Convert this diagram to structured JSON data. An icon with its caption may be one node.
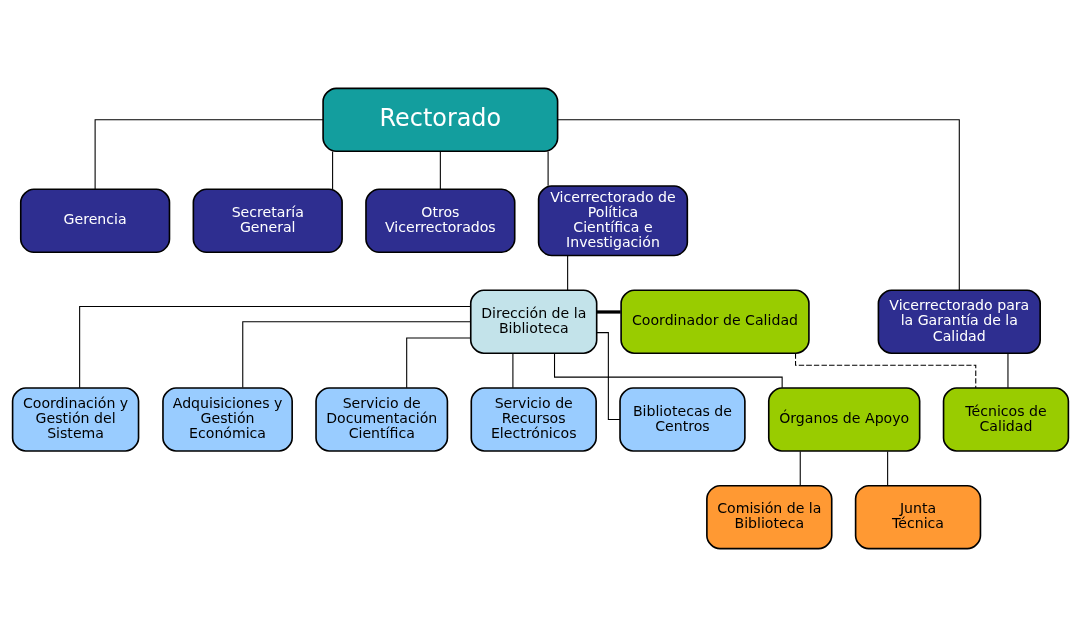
{
  "diagram": {
    "nodes": [
      {
        "text": [
          "Rectorado"
        ]
      },
      {
        "text": [
          "Gerencia"
        ]
      },
      {
        "text": [
          "Secretaría General"
        ]
      },
      {
        "text": [
          "Otros Vicerrectorados"
        ]
      },
      {
        "text": [
          "Vicerrectorado de Política Científica e Investigación"
        ]
      },
      {
        "text": [
          "Vicerrectorado para la Garantía de la Calidad"
        ]
      },
      {
        "text": [
          "Coordinador de Calidad"
        ]
      },
      {
        "text": [
          "Dirección de la Biblioteca"
        ]
      },
      {
        "text": [
          "Órganos de Apoyo"
        ]
      },
      {
        "text": [
          "Técnicos de Calidad"
        ]
      },
      {
        "text": [
          "Comisión de la Biblioteca"
        ]
      },
      {
        "text": [
          "Junta Técnica"
        ]
      },
      {
        "text": [
          "Coordinación y Gestión del Sistema"
        ]
      },
      {
        "text": [
          "Adquisiciones y Gestión Económica"
        ]
      },
      {
        "text": [
          "Servicio de Documentación Científica"
        ]
      },
      {
        "text": [
          "Servicio de Recursos Electrónicos"
        ]
      },
      {
        "text": [
          "Bibliotecas de Centros"
        ]
      }
    ],
    "edges": [
      {
        "from": 0,
        "to": 1,
        "arrow": "none"
      },
      {
        "from": 0,
        "to": 2,
        "arrow": "none"
      },
      {
        "from": 0,
        "to": 3,
        "arrow": "none"
      },
      {
        "from": 0,
        "to": 4,
        "arrow": "none"
      },
      {
        "from": 0,
        "to": 5,
        "arrow": "none"
      },
      {
        "from": 4,
        "to": 7,
        "arrow": "none"
      },
      {
        "from": 6,
        "to": 7,
        "arrow": "none",
        "style": "thick"
      },
      {
        "from": 5,
        "to": 9,
        "arrow": "none"
      },
      {
        "from": 6,
        "to": 9,
        "arrow": "none",
        "style": "dashed"
      },
      {
        "from": 7,
        "to": 8,
        "arrow": "none"
      },
      {
        "from": 8,
        "to": 10,
        "arrow": "none"
      },
      {
        "from": 8,
        "to": 11,
        "arrow": "none"
      },
      {
        "from": 7,
        "to": 12,
        "arrow": "none"
      },
      {
        "from": 7,
        "to": 13,
        "arrow": "none"
      },
      {
        "from": 7,
        "to": 14,
        "arrow": "none"
      },
      {
        "from": 7,
        "to": 15,
        "arrow": "none"
      },
      {
        "from": 7,
        "to": 16,
        "arrow": "none"
      }
    ]
  }
}
